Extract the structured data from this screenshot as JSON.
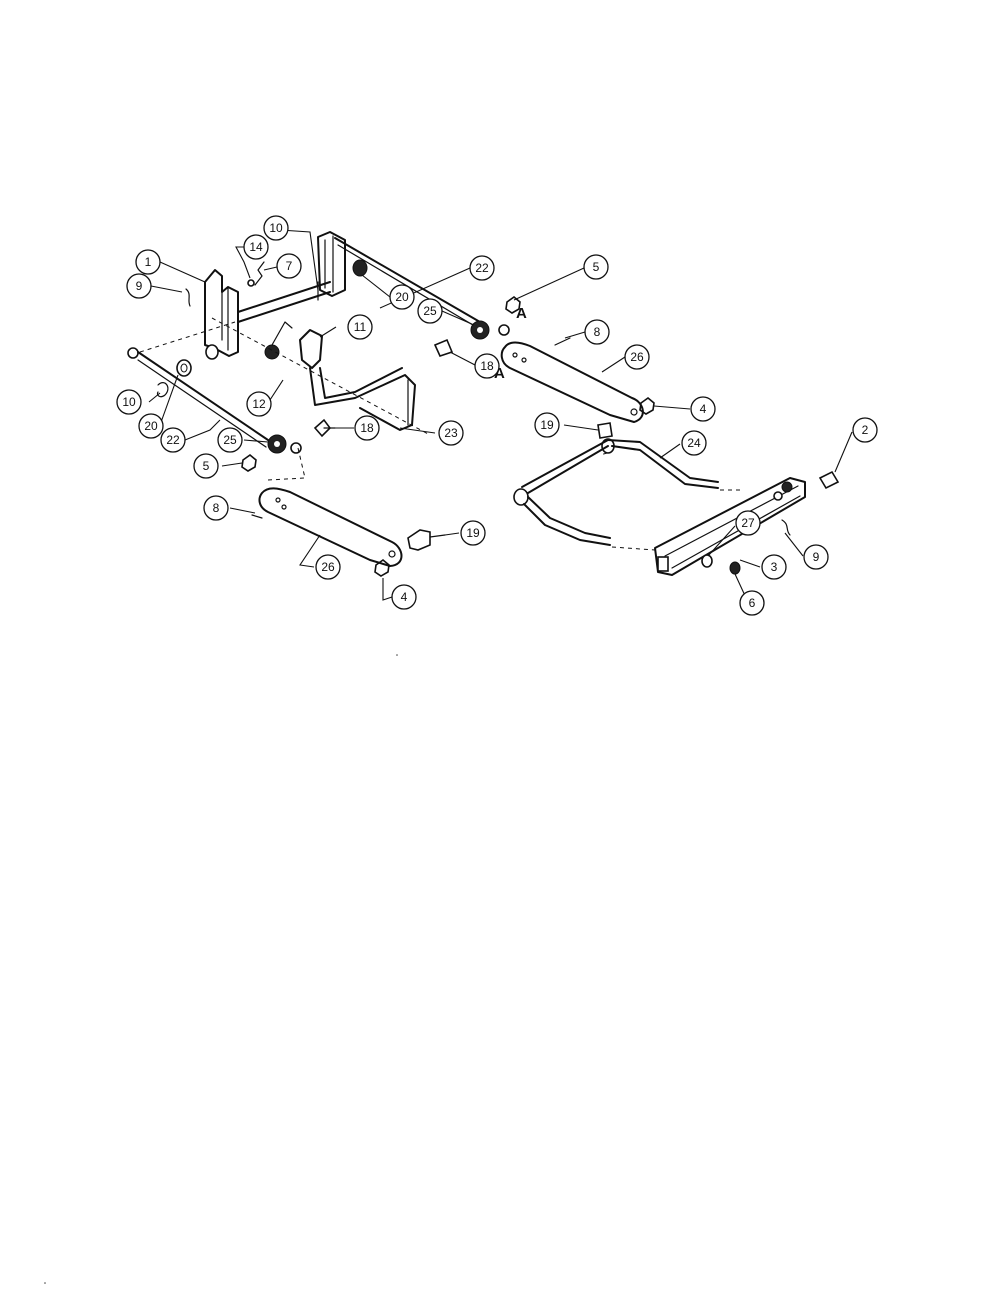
{
  "callouts": [
    {
      "id": "c1",
      "label": "1"
    },
    {
      "id": "c14",
      "label": "14"
    },
    {
      "id": "c10a",
      "label": "10"
    },
    {
      "id": "c7",
      "label": "7"
    },
    {
      "id": "c9a",
      "label": "9"
    },
    {
      "id": "c22a",
      "label": "22"
    },
    {
      "id": "c20a",
      "label": "20"
    },
    {
      "id": "c5a",
      "label": "5"
    },
    {
      "id": "c25a",
      "label": "25"
    },
    {
      "id": "c11",
      "label": "11"
    },
    {
      "id": "c8a",
      "label": "8"
    },
    {
      "id": "c26a",
      "label": "26"
    },
    {
      "id": "c18a",
      "label": "18"
    },
    {
      "id": "c12",
      "label": "12"
    },
    {
      "id": "c10b",
      "label": "10"
    },
    {
      "id": "c20b",
      "label": "20"
    },
    {
      "id": "c22b",
      "label": "22"
    },
    {
      "id": "c4a",
      "label": "4"
    },
    {
      "id": "c19a",
      "label": "19"
    },
    {
      "id": "c18b",
      "label": "18"
    },
    {
      "id": "c23",
      "label": "23"
    },
    {
      "id": "c24",
      "label": "24"
    },
    {
      "id": "c2",
      "label": "2"
    },
    {
      "id": "c25b",
      "label": "25"
    },
    {
      "id": "c5b",
      "label": "5"
    },
    {
      "id": "c8b",
      "label": "8"
    },
    {
      "id": "c19b",
      "label": "19"
    },
    {
      "id": "c27",
      "label": "27"
    },
    {
      "id": "c9b",
      "label": "9"
    },
    {
      "id": "c26b",
      "label": "26"
    },
    {
      "id": "c3",
      "label": "3"
    },
    {
      "id": "c6",
      "label": "6"
    },
    {
      "id": "c4b",
      "label": "4"
    }
  ],
  "markers": {
    "a1": "A",
    "a2": "A"
  }
}
